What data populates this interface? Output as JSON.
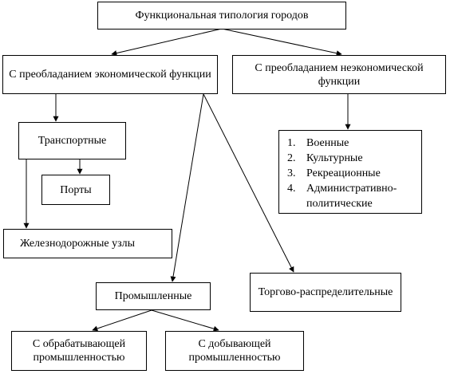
{
  "diagram": {
    "root": "Функциональная типология городов",
    "economic": "С преобладанием экономической функции",
    "non_economic": "С преобладанием неэкономической функции",
    "transport": "Транспортные",
    "ports": "Порты",
    "railway": "Железнодорожные узлы",
    "industrial": "Промышленные",
    "trade": "Торгово-распределительные",
    "processing": "С обрабатывающей промышленностью",
    "extracting": "С добывающей промышленностью",
    "non_economic_list": [
      {
        "num": "1.",
        "label": "Военные"
      },
      {
        "num": "2.",
        "label": "Культурные"
      },
      {
        "num": "3.",
        "label": "Рекреационные"
      },
      {
        "num": "4.",
        "label": "Административно-политические"
      }
    ],
    "colors": {
      "line": "#000000",
      "background": "#ffffff"
    }
  }
}
